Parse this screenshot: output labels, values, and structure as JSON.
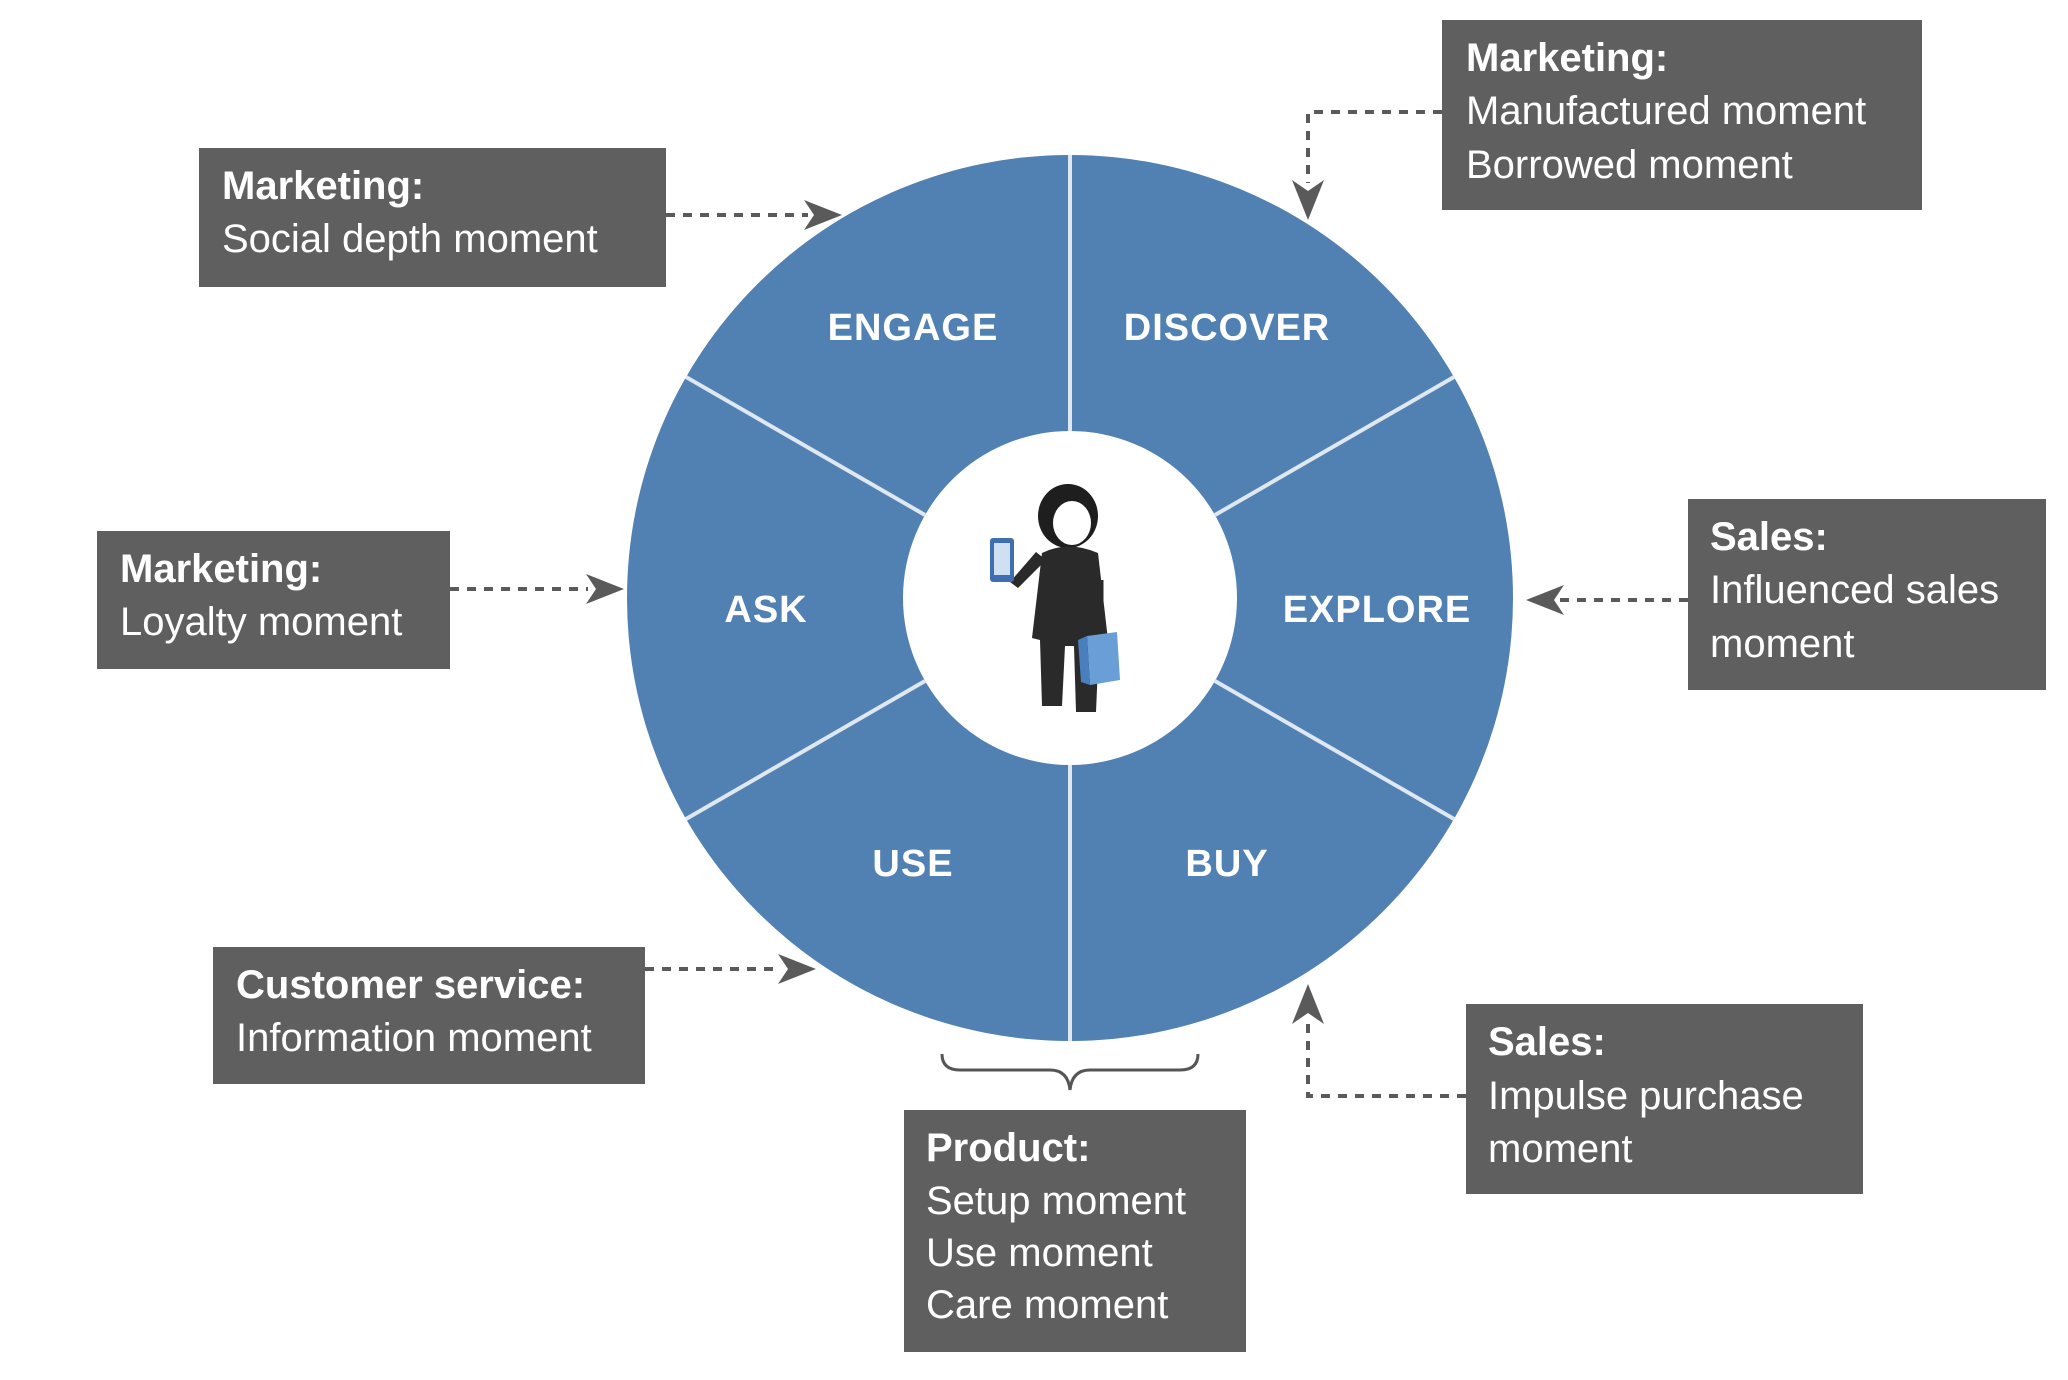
{
  "wheel": {
    "segments": [
      "ENGAGE",
      "DISCOVER",
      "EXPLORE",
      "BUY",
      "USE",
      "ASK"
    ],
    "fill_color": "#5180b2",
    "divider_color": "#dfe7f0",
    "center_icon": "shopper-with-phone-and-bag-icon"
  },
  "callouts": [
    {
      "title": "Marketing:",
      "lines": [
        "Social depth moment"
      ]
    },
    {
      "title": "Marketing:",
      "lines": [
        "Manufactured moment",
        "Borrowed moment"
      ]
    },
    {
      "title": "Marketing:",
      "lines": [
        "Loyalty moment"
      ]
    },
    {
      "title": "Sales:",
      "lines": [
        "Influenced sales",
        "moment"
      ]
    },
    {
      "title": "Customer service:",
      "lines": [
        "Information moment"
      ]
    },
    {
      "title": "Sales:",
      "lines": [
        "Impulse purchase",
        "moment"
      ]
    },
    {
      "title": "Product:",
      "lines": [
        "Setup moment",
        "Use moment",
        "Care moment"
      ]
    }
  ],
  "colors": {
    "box": "#5f5f5f",
    "arrow": "#5a5a5a",
    "text": "#ffffff"
  }
}
